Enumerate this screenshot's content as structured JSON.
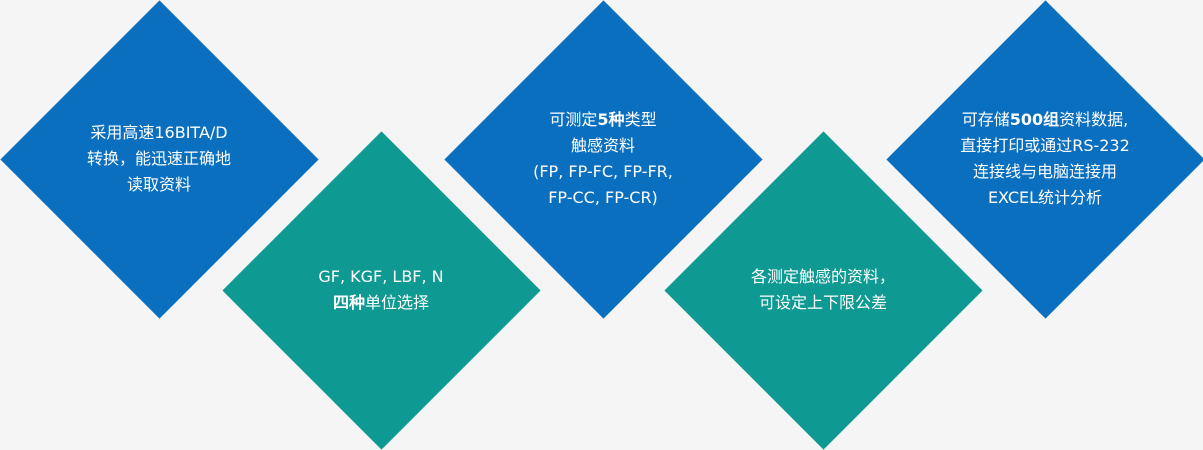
{
  "colors": {
    "blue": "#0b6fc0",
    "teal": "#0e9a93",
    "background": "#f5f5f5",
    "text": "#ffffff"
  },
  "features": [
    {
      "lines": [
        "采用高速16BITA/D",
        "转换，能迅速正确地",
        "读取资料"
      ]
    },
    {
      "line1": "GF, KGF, LBF, N",
      "line2_bold": "四种",
      "line2_rest": "单位选择"
    },
    {
      "line1_pre": "可测定",
      "line1_bold": "5种",
      "line1_post": "类型",
      "lines": [
        "触感资料",
        "(FP, FP-FC, FP-FR,",
        "FP-CC, FP-CR)"
      ]
    },
    {
      "lines": [
        "各测定触感的资料，",
        "可设定上下限公差"
      ]
    },
    {
      "line1_pre": "可存储",
      "line1_bold": "500组",
      "line1_post": "资料数据,",
      "lines": [
        "直接打印或通过RS-232",
        "连接线与电脑连接用",
        "EXCEL统计分析"
      ]
    }
  ]
}
